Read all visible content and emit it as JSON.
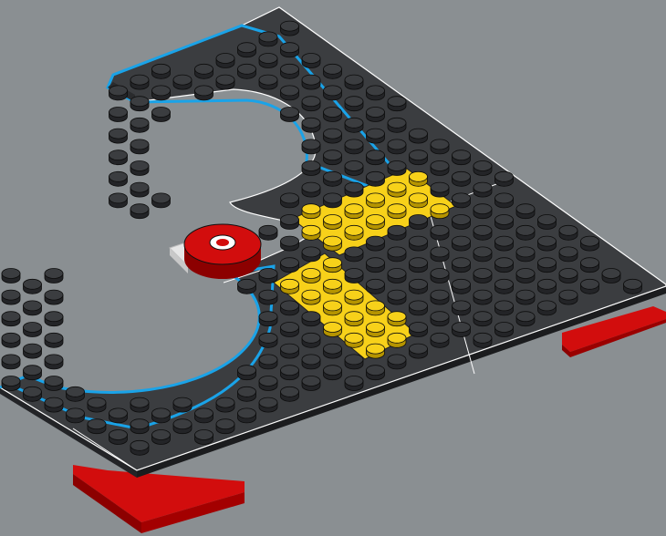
{
  "scene": {
    "subject": "lego-build-instruction-step",
    "colors": {
      "background": "#8a8f92",
      "dark_plate": "#3b3d40",
      "dark_plate_side": "#232427",
      "plate_outline": "#ffffff",
      "new_part_highlight": "#1aa3e8",
      "yellow": "#f7d11a",
      "yellow_side": "#b59400",
      "red": "#d20d0d",
      "red_dark": "#8c0000",
      "white_plate": "#e6e6e6"
    },
    "parts": [
      {
        "name": "wedge-plate-upper",
        "color": "dark",
        "highlight": true
      },
      {
        "name": "wedge-plate-lower",
        "color": "dark",
        "highlight": true
      },
      {
        "name": "plate-2x4-upper",
        "color": "yellow"
      },
      {
        "name": "plate-2x4-lower",
        "color": "yellow"
      },
      {
        "name": "round-plate-2x2",
        "color": "red"
      },
      {
        "name": "support-brick-left",
        "color": "red"
      },
      {
        "name": "support-brick-right",
        "color": "red"
      }
    ]
  }
}
